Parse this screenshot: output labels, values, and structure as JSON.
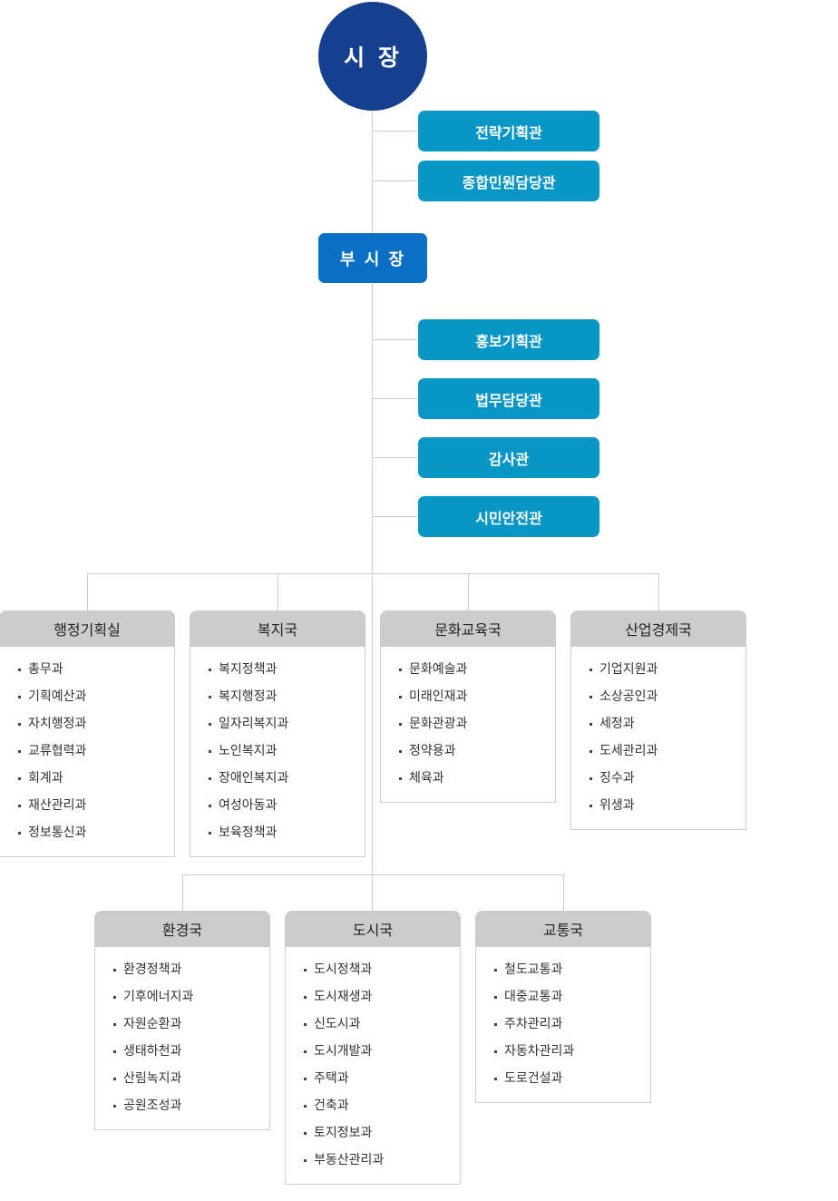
{
  "mayor": "시 장",
  "vice_mayor": "부 시 장",
  "mayor_offices": [
    "전략기획관",
    "종합민원담당관"
  ],
  "vice_offices": [
    "홍보기획관",
    "법무담당관",
    "감사관",
    "시민안전관"
  ],
  "bureaus_row1": [
    {
      "name": "행정기획실",
      "departments": [
        "총무과",
        "기획예산과",
        "자치행정과",
        "교류협력과",
        "회계과",
        "재산관리과",
        "정보통신과"
      ]
    },
    {
      "name": "복지국",
      "departments": [
        "복지정책과",
        "복지행정과",
        "일자리복지과",
        "노인복지과",
        "장애인복지과",
        "여성아동과",
        "보육정책과"
      ]
    },
    {
      "name": "문화교육국",
      "departments": [
        "문화예술과",
        "미래인재과",
        "문화관광과",
        "정약용과",
        "체육과"
      ]
    },
    {
      "name": "산업경제국",
      "departments": [
        "기업지원과",
        "소상공인과",
        "세정과",
        "도세관리과",
        "징수과",
        "위생과"
      ]
    }
  ],
  "bureaus_row2": [
    {
      "name": "환경국",
      "departments": [
        "환경정책과",
        "기후에너지과",
        "자원순환과",
        "생태하천과",
        "산림녹지과",
        "공원조성과"
      ]
    },
    {
      "name": "도시국",
      "departments": [
        "도시정책과",
        "도시재생과",
        "신도시과",
        "도시개발과",
        "주택과",
        "건축과",
        "토지정보과",
        "부동산관리과"
      ]
    },
    {
      "name": "교통국",
      "departments": [
        "철도교통과",
        "대중교통과",
        "주차관리과",
        "자동차관리과",
        "도로건설과"
      ]
    }
  ],
  "colors": {
    "mayor": "#153f8f",
    "vice_mayor": "#0a6fc5",
    "office": "#0896c6",
    "bureau_header": "#cccccc",
    "connector": "#cccccc"
  }
}
